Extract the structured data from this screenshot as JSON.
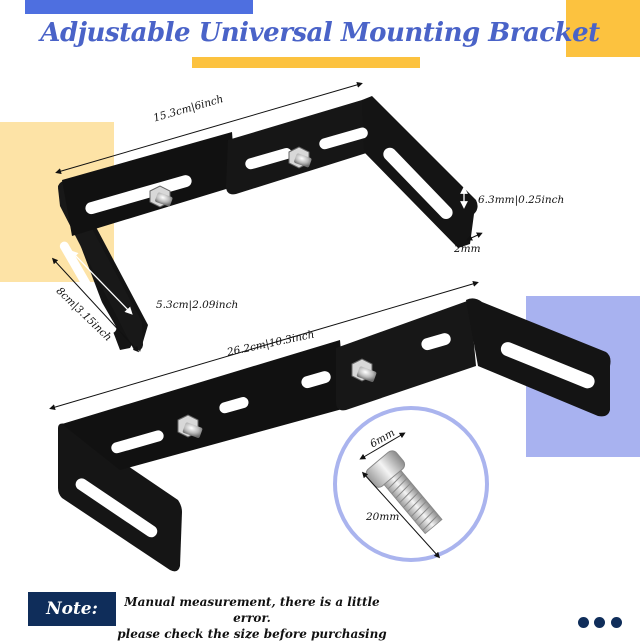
{
  "header": {
    "title": "Adjustable Universal Mounting Bracket"
  },
  "colors": {
    "title_blue": "#4a63c8",
    "accent_blue_bar": "#4e6fe0",
    "accent_yellow": "#fcc23f",
    "accent_beige": "#fde3a6",
    "accent_periwinkle": "#a8b2f0",
    "navy": "#0f2d5a",
    "bracket_black": "#141414"
  },
  "small_bracket": {
    "length_label": "15.3cm|6inch",
    "slot_width_label": "6.3mm|0.25inch",
    "thickness_label": "2mm",
    "side_length_label": "8cm|3.15inch",
    "slot_length_label": "5.3cm|2.09inch"
  },
  "large_bracket": {
    "length_label": "26.2cm|10.3inch"
  },
  "screw": {
    "diameter_label": "6mm",
    "length_label": "20mm"
  },
  "note": {
    "label": "Note:",
    "line1": "Manual measurement, there is a little error.",
    "line2": "please check the size before purchasing"
  },
  "pagination": {
    "dots": 3
  }
}
